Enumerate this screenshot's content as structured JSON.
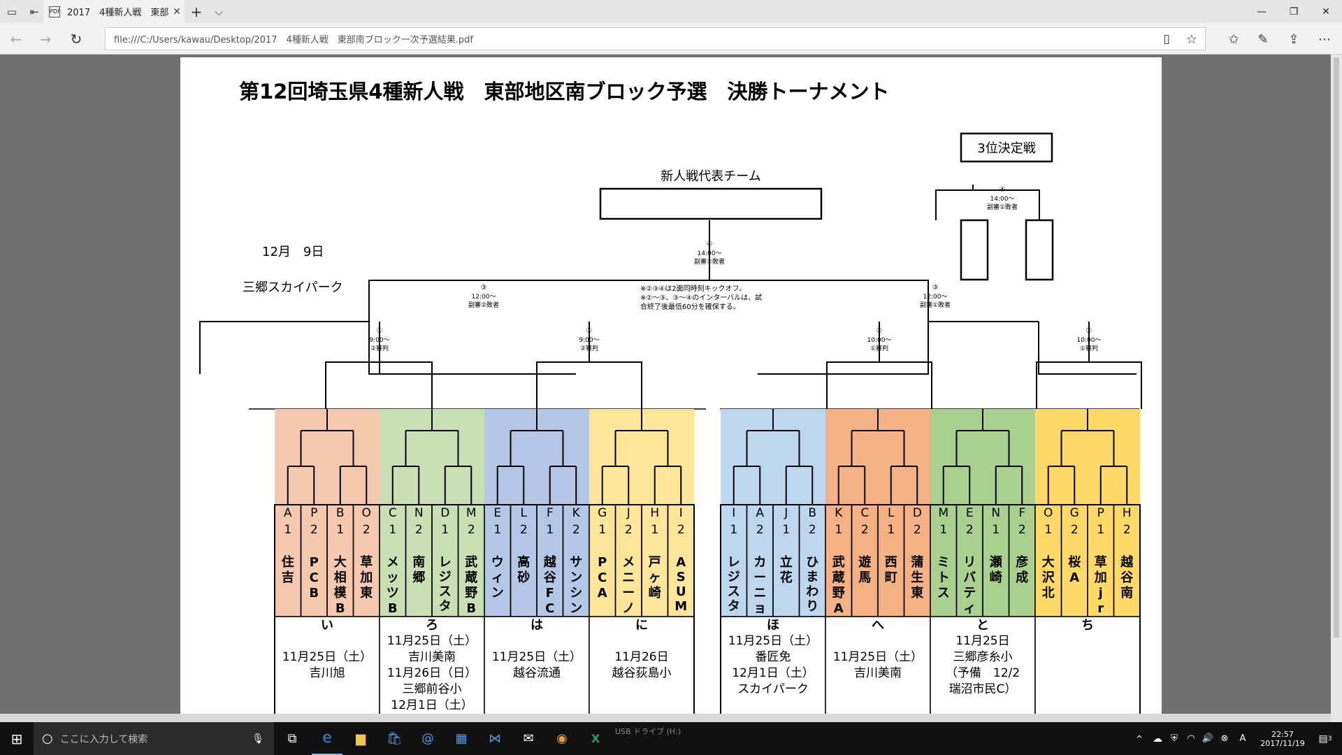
{
  "browser": {
    "tab_title": "2017　4種新人戦　東部",
    "tab_close": "✕",
    "new_tab": "+",
    "tab_menu": "⌵",
    "url": "file:///C:/Users/kawau/Desktop/2017　4種新人戦　東部南ブロック一次予選結果.pdf",
    "window_controls": [
      "—",
      "❐",
      "✕"
    ]
  },
  "doc": {
    "title": "第12回埼玉県4種新人戦　東部地区南ブロック予選　決勝トーナメント",
    "date": "12月　9日",
    "venue": "三郷スカイパーク",
    "rep_box": "新人戦代表チーム",
    "third_box": "3位決定戦",
    "note1": "※②③④は2面同時刻キックオフ。",
    "note2": "※②～③、③～④のインターバルは、試",
    "note3": "合終了後最低60分を確保する。",
    "match_final": {
      "n": "④",
      "t": "14:00～",
      "r": "副審②敗者"
    },
    "match_third": {
      "n": "④",
      "t": "14:00～",
      "r": "副審①敗者"
    },
    "match_semi_l": {
      "n": "③",
      "t": "12:00～",
      "r": "副審②敗者"
    },
    "match_semi_r": {
      "n": "③",
      "t": "12:00～",
      "r": "副審①敗者"
    },
    "match_q1": {
      "n": "①",
      "t": "9:00～",
      "r": "②審判"
    },
    "match_q2": {
      "n": "①",
      "t": "9:00～",
      "r": "②審判"
    },
    "match_q3": {
      "n": "②",
      "t": "10:00～",
      "r": "①審判"
    },
    "match_q4": {
      "n": "②",
      "t": "10:00～",
      "r": "①審判"
    },
    "blocks": [
      {
        "label": "い",
        "color": "#f6c8ae",
        "teams": [
          {
            "code": "A1",
            "name": "住吉"
          },
          {
            "code": "P2",
            "name": "PCB"
          },
          {
            "code": "B1",
            "name": "大相模B"
          },
          {
            "code": "O2",
            "name": "草加東"
          }
        ],
        "info": [
          "",
          "11月25日（土）",
          "吉川旭"
        ]
      },
      {
        "label": "ろ",
        "color": "#c9e0b4",
        "teams": [
          {
            "code": "C1",
            "name": "メッツB"
          },
          {
            "code": "N2",
            "name": "南郷"
          },
          {
            "code": "D1",
            "name": "レジスタB"
          },
          {
            "code": "M2",
            "name": "武蔵野B"
          }
        ],
        "info": [
          "11月25日（土）",
          "吉川美南",
          "11月26日（日）",
          "三郷前谷小",
          "12月1日（土）"
        ]
      },
      {
        "label": "は",
        "color": "#b4c7e7",
        "teams": [
          {
            "code": "E1",
            "name": "ウィン"
          },
          {
            "code": "L2",
            "name": "高砂"
          },
          {
            "code": "F1",
            "name": "越谷FC"
          },
          {
            "code": "K2",
            "name": "サンシン"
          }
        ],
        "info": [
          "",
          "11月25日（土）",
          "越谷流通"
        ]
      },
      {
        "label": "に",
        "color": "#fde59a",
        "teams": [
          {
            "code": "G1",
            "name": "PCA"
          },
          {
            "code": "J2",
            "name": "メニーノ"
          },
          {
            "code": "H1",
            "name": "戸ヶ崎"
          },
          {
            "code": "I2",
            "name": "ASUMA"
          }
        ],
        "info": [
          "",
          "11月26日",
          "越谷荻島小"
        ]
      },
      {
        "label": "ほ",
        "color": "#bdd7ee",
        "teams": [
          {
            "code": "I1",
            "name": "レジスタA"
          },
          {
            "code": "A2",
            "name": "カーニョ"
          },
          {
            "code": "J1",
            "name": "立花"
          },
          {
            "code": "B2",
            "name": "ひまわりA"
          }
        ],
        "info": [
          "11月25日（土）",
          "番匠免",
          "12月1日（土）",
          "スカイパーク"
        ]
      },
      {
        "label": "へ",
        "color": "#f4b183",
        "teams": [
          {
            "code": "K1",
            "name": "武蔵野A"
          },
          {
            "code": "C2",
            "name": "遊馬"
          },
          {
            "code": "L1",
            "name": "西町"
          },
          {
            "code": "D2",
            "name": "蒲生東"
          }
        ],
        "info": [
          "",
          "11月25日（土）",
          "吉川美南"
        ]
      },
      {
        "label": "と",
        "color": "#a9d08e",
        "teams": [
          {
            "code": "M1",
            "name": "ミトス"
          },
          {
            "code": "E2",
            "name": "リバティ"
          },
          {
            "code": "N1",
            "name": "瀬崎"
          },
          {
            "code": "F2",
            "name": "彦成"
          }
        ],
        "info": [
          "11月25日",
          "三郷彦糸小",
          "（予備　12/2",
          "瑞沼市民C）"
        ]
      },
      {
        "label": "ち",
        "color": "#ffd966",
        "teams": [
          {
            "code": "O1",
            "name": "大沢北"
          },
          {
            "code": "G2",
            "name": "桜A"
          },
          {
            "code": "P1",
            "name": "草加jr"
          },
          {
            "code": "H2",
            "name": "越谷南"
          }
        ],
        "info": []
      }
    ]
  },
  "taskbar": {
    "search_placeholder": "ここに入力して検索",
    "usb_label": "USB ドライブ (H:)",
    "time": "22:57",
    "date": "2017/11/19",
    "notif_count": "3"
  }
}
